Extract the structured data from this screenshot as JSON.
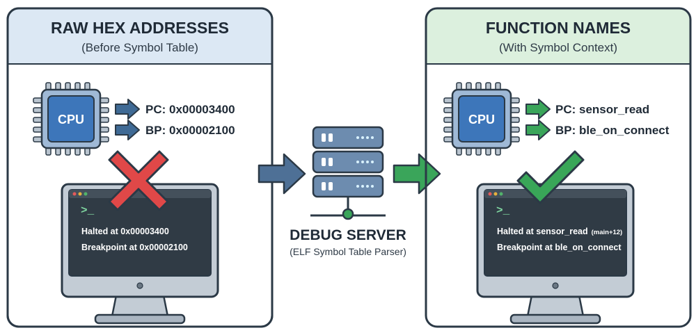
{
  "left_panel": {
    "title": "RAW HEX ADDRESSES",
    "subtitle": "(Before Symbol Table)",
    "header_color": "#dce8f4",
    "cpu_label": "CPU",
    "pc_line": "PC: 0x00003400",
    "bp_line": "BP: 0x00002100",
    "arrow_color": "#3f6a95",
    "status_icon": "red-x-icon",
    "terminal": {
      "prompt": ">_",
      "line1": "Halted at 0x00003400",
      "line2": "Breakpoint at 0x00002100"
    }
  },
  "server": {
    "title": "DEBUG SERVER",
    "subtitle": "(ELF Symbol Table Parser)",
    "icon": "server-rack-icon"
  },
  "right_panel": {
    "title": "FUNCTION NAMES",
    "subtitle": "(With Symbol Context)",
    "header_color": "#dcf0de",
    "cpu_label": "CPU",
    "pc_line": "PC: sensor_read",
    "bp_line": "BP: ble_on_connect",
    "arrow_color": "#3aa55a",
    "status_icon": "green-check-icon",
    "terminal": {
      "prompt": ">_",
      "line1": "Halted at sensor_read",
      "line1_suffix": "(main+12)",
      "line2": "Breakpoint at ble_on_connect"
    }
  },
  "colors": {
    "outline": "#2b3946",
    "cpu_blue": "#3d76ba",
    "terminal_bg": "#303b45",
    "monitor_frame": "#c3ccd5",
    "error_red": "#e04848",
    "success_green": "#39a658",
    "flow_in_arrow": "#4e7096",
    "flow_out_arrow": "#3aa55a"
  }
}
